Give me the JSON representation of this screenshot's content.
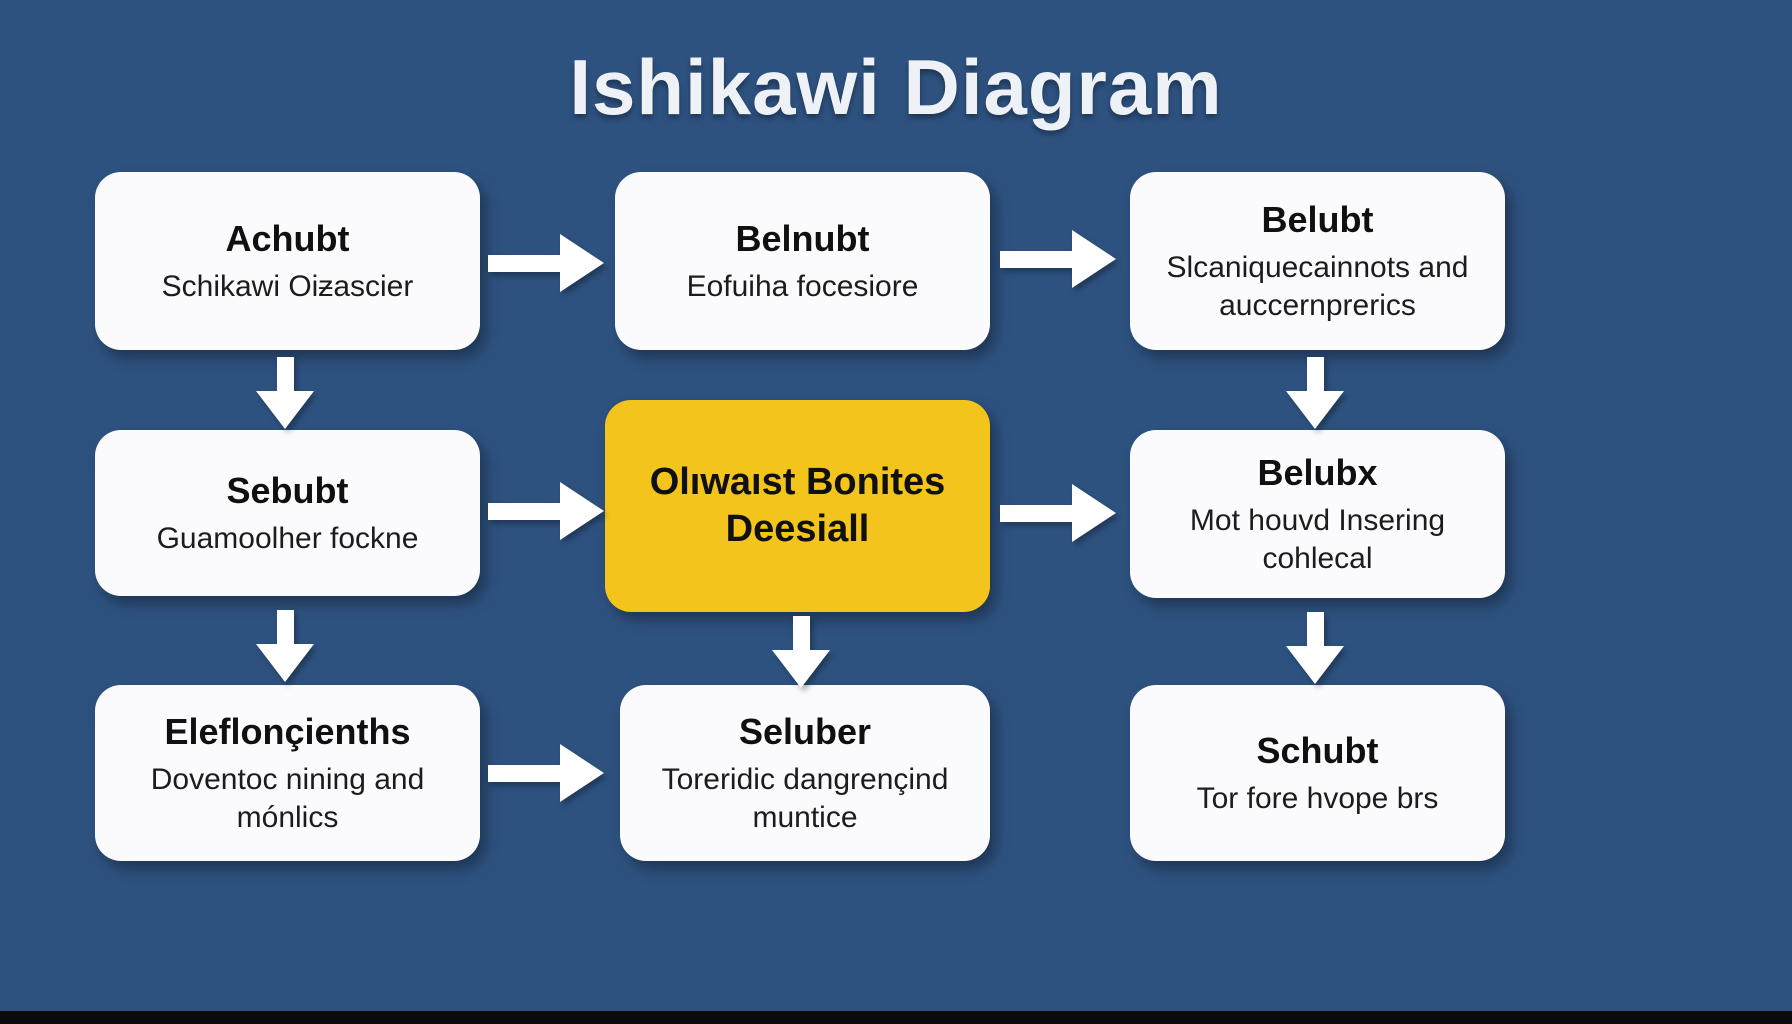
{
  "title": "Ishikawi Diagram",
  "colors": {
    "background": "#2e5280",
    "box_fill": "#fbfbfd",
    "highlight_fill": "#f2c41c",
    "title_text": "#eef2f7",
    "box_text": "#101010",
    "arrow": "#ffffff",
    "bottom_bar": "#0b0b0c"
  },
  "boxes": [
    {
      "id": "top-left",
      "title": "Achubt",
      "subtitle": "Schikawi Oiƶascier",
      "highlight": false
    },
    {
      "id": "top-center",
      "title": "Belnubt",
      "subtitle": "Eofuiha focesiore",
      "highlight": false
    },
    {
      "id": "top-right",
      "title": "Belubt",
      "subtitle": "Slcaniquecainnots and auccernprerics",
      "highlight": false
    },
    {
      "id": "mid-left",
      "title": "Sebubt",
      "subtitle": "Guamoolher fockne",
      "highlight": false
    },
    {
      "id": "mid-center",
      "title": "Olıwaıst Bonites Deesiall",
      "subtitle": "",
      "highlight": true
    },
    {
      "id": "mid-right",
      "title": "Belubx",
      "subtitle": "Mot houvd Insering cohlecal",
      "highlight": false
    },
    {
      "id": "bottom-left",
      "title": "Eleflonçienths",
      "subtitle": "Doventoc nining and mónlics",
      "highlight": false
    },
    {
      "id": "bottom-center",
      "title": "Seluber",
      "subtitle": "Toreridic dangrençind muntice",
      "highlight": false
    },
    {
      "id": "bottom-right",
      "title": "Schubt",
      "subtitle": "Tor fore hvope brs",
      "highlight": false
    }
  ],
  "arrows": {
    "right_count": 5,
    "down_count": 5
  }
}
